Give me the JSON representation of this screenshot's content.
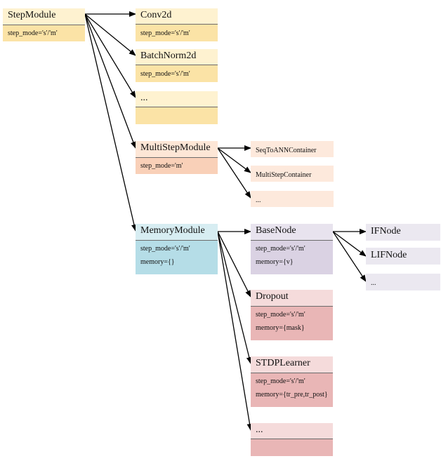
{
  "colors": {
    "yellow_head": "#fef2d0",
    "yellow_body": "#fbe3a6",
    "orange_head": "#fde6d6",
    "orange_body": "#f9d0b8",
    "light_orange": "#fde9dc",
    "blue_head": "#d7edf2",
    "blue_body": "#b5dde7",
    "purple_head": "#e8e3ee",
    "purple_body": "#dad2e3",
    "lavender": "#ebe8f0",
    "pink_head": "#f5dbdb",
    "pink_body": "#e9b6b6",
    "arrow": "#000000"
  },
  "nodes": {
    "stepmodule": {
      "title": "StepModule",
      "attrs": [
        "step_mode='s'/'m'"
      ]
    },
    "conv2d": {
      "title": "Conv2d",
      "attrs": [
        "step_mode='s'/'m'"
      ]
    },
    "batchnorm2d": {
      "title": "BatchNorm2d",
      "attrs": [
        "step_mode='s'/'m'"
      ]
    },
    "ellipsis1": {
      "title": "...",
      "attrs": []
    },
    "multistep": {
      "title": "MultiStepModule",
      "attrs": [
        "step_mode='m'"
      ]
    },
    "seqtoann": {
      "title": "SeqToANNContainer",
      "attrs": []
    },
    "multistepcont": {
      "title": "MultiStepContainer",
      "attrs": []
    },
    "ellipsis2": {
      "title": "...",
      "attrs": []
    },
    "memory": {
      "title": "MemoryModule",
      "attrs": [
        "step_mode='s'/'m'",
        "memory={}"
      ]
    },
    "basenode": {
      "title": "BaseNode",
      "attrs": [
        "step_mode='s'/'m'",
        "memory={v}"
      ]
    },
    "ifnode": {
      "title": "IFNode",
      "attrs": []
    },
    "lifnode": {
      "title": "LIFNode",
      "attrs": []
    },
    "ellipsis3": {
      "title": "...",
      "attrs": []
    },
    "dropout": {
      "title": "Dropout",
      "attrs": [
        "step_mode='s'/'m'",
        "memory={mask}"
      ]
    },
    "stdp": {
      "title": "STDPLearner",
      "attrs": [
        "step_mode='s'/'m'",
        "memory={tr_pre,tr_post}"
      ]
    },
    "ellipsis4": {
      "title": "...",
      "attrs": []
    }
  }
}
